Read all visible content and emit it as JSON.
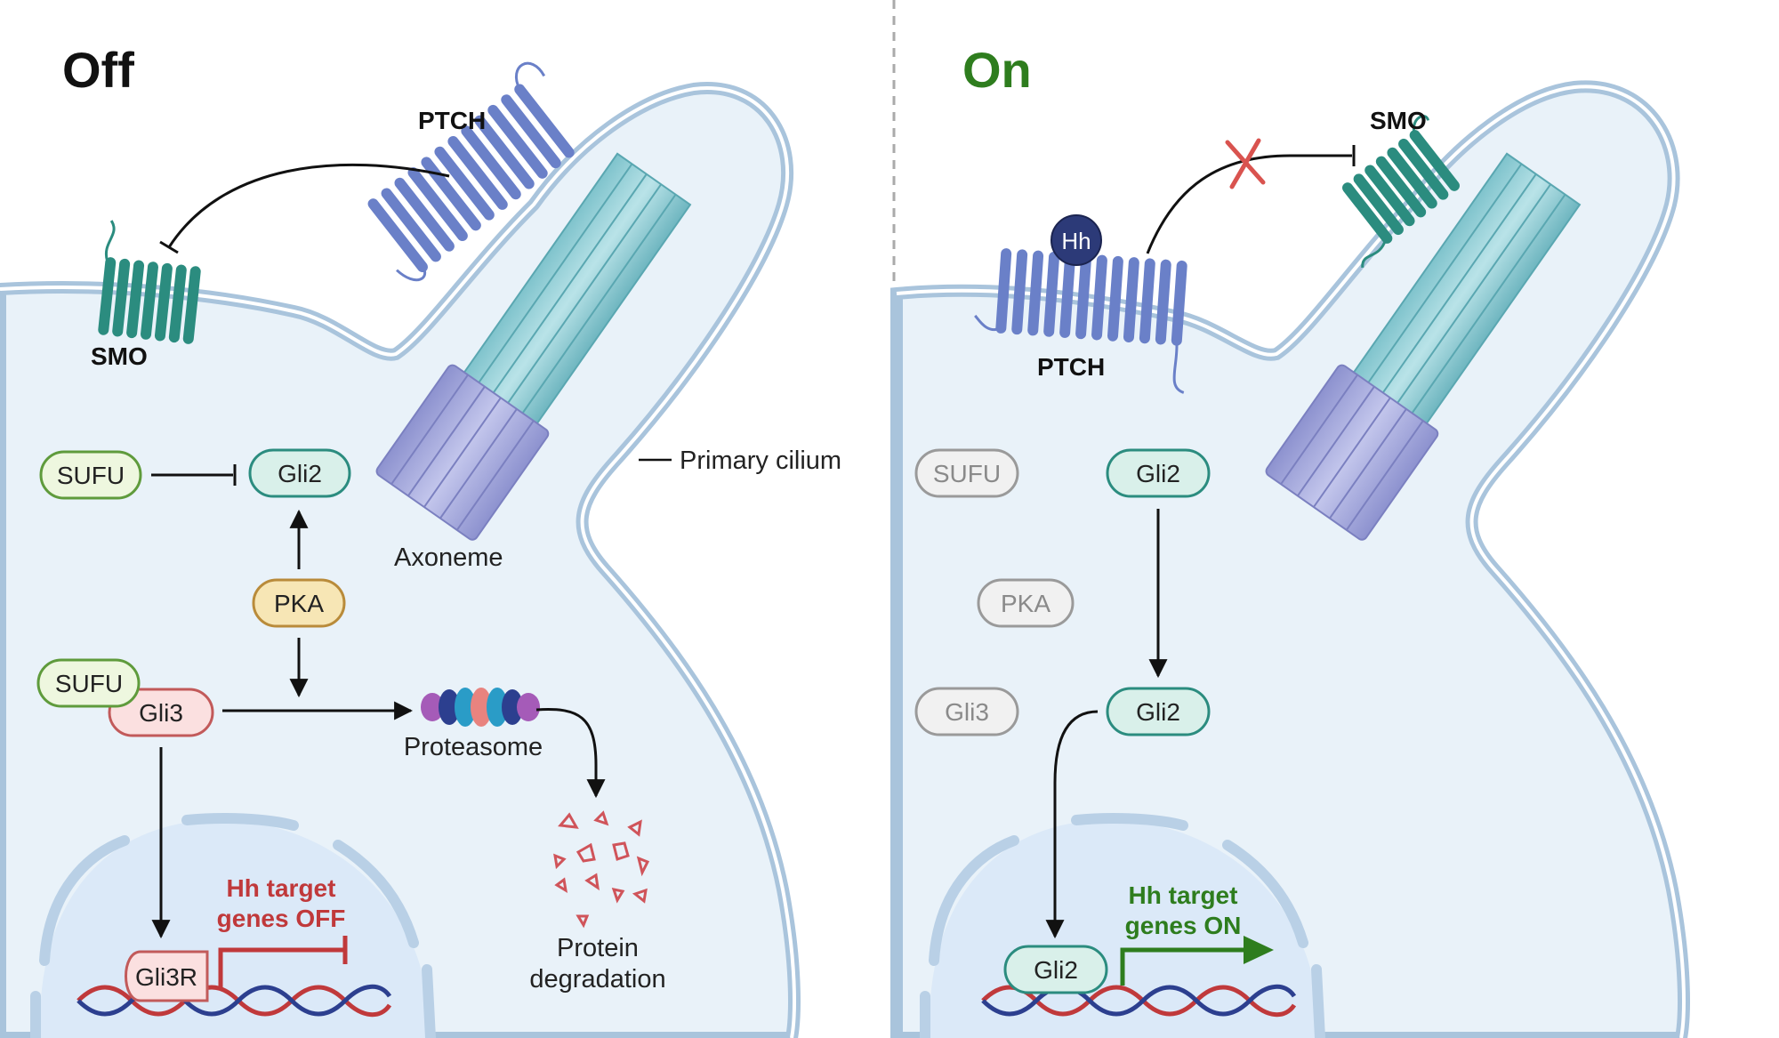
{
  "panels": {
    "off": {
      "title": "Off",
      "title_color": "#111111",
      "receptors": {
        "ptch": "PTCH",
        "smo": "SMO"
      },
      "cilium_label": "Primary cilium",
      "axoneme_label": "Axoneme",
      "proteins": {
        "sufu_top": "SUFU",
        "gli2": "Gli2",
        "pka": "PKA",
        "sufu_bottom": "SUFU",
        "gli3": "Gli3",
        "gli3r": "Gli3R"
      },
      "proteasome_label": "Proteasome",
      "degradation_label": [
        "Protein",
        "degradation"
      ],
      "target_genes": [
        "Hh target",
        "genes OFF"
      ]
    },
    "on": {
      "title": "On",
      "title_color": "#2e7d1e",
      "receptors": {
        "ptch": "PTCH",
        "smo": "SMO",
        "ligand": "Hh"
      },
      "proteins": {
        "sufu": "SUFU",
        "gli2_top": "Gli2",
        "pka": "PKA",
        "gli3": "Gli3",
        "gli2_mid": "Gli2",
        "gli2_dna": "Gli2"
      },
      "target_genes": [
        "Hh target",
        "genes ON"
      ]
    }
  },
  "colors": {
    "cell_fill": "#e9f2f9",
    "membrane": "#a9c4dc",
    "nucleus_fill": "#dbe9f8",
    "ptch": "#6a80c8",
    "smo": "#2b8c7f",
    "gli2_fill": "#d9f0ea",
    "gli2_stroke": "#2b8c7f",
    "sufu_fill": "#eef7df",
    "sufu_stroke": "#5f9b3c",
    "pka_fill": "#f7e6b5",
    "pka_stroke": "#b98b3a",
    "gli3_fill": "#fbe0e0",
    "gli3_stroke": "#c25a5a",
    "inactive_fill": "#f1f1f1",
    "inactive_stroke": "#9a9a9a",
    "off_text": "#c0393b",
    "on_text": "#2e7d1e"
  }
}
